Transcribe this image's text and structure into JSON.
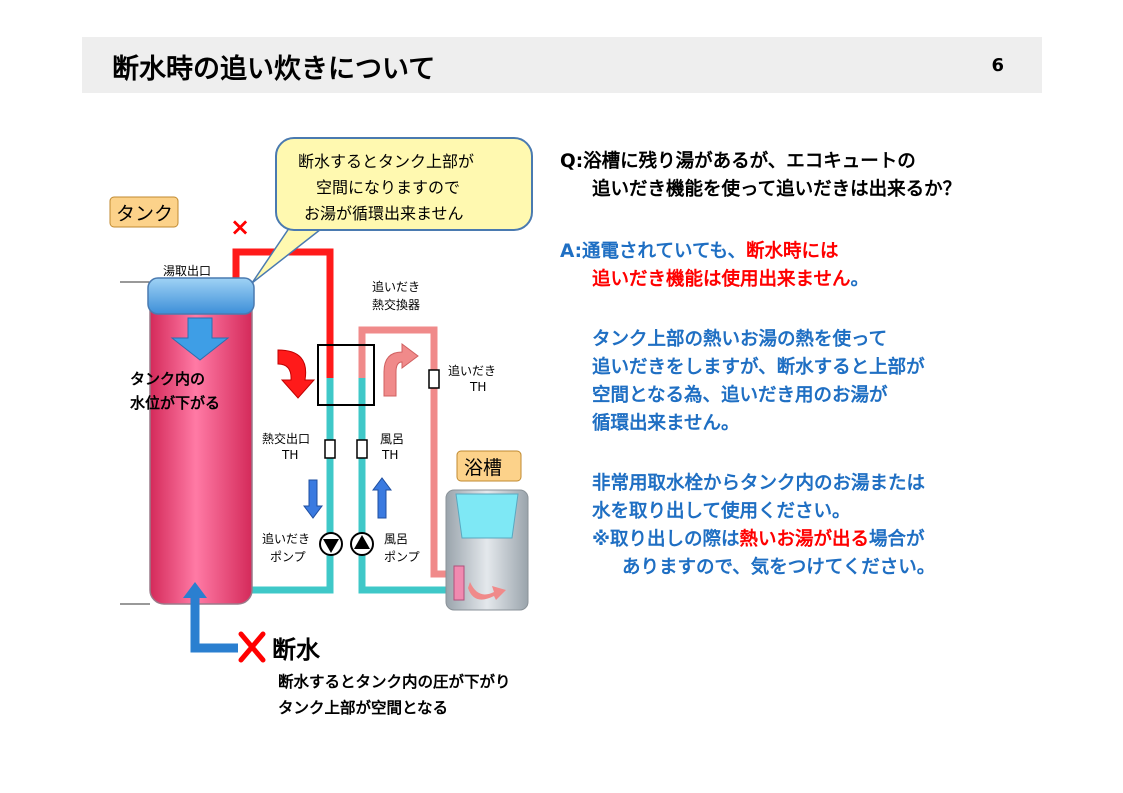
{
  "header": {
    "title": "断水時の追い炊きについて",
    "page_number": "6"
  },
  "diagram": {
    "tank_label": "タンク",
    "bath_label": "浴槽",
    "outlet_label": "湯取出口",
    "callout_lines": [
      "断水するとタンク上部が",
      "空間になりますので",
      "お湯が循環出来ません"
    ],
    "x_mark": "×",
    "level_lines": [
      "タンク内の",
      "水位が下がる"
    ],
    "heat_exchanger_lines": [
      "追いだき",
      "熱交換器"
    ],
    "reheat_th_lines": [
      "追いだき",
      "TH"
    ],
    "hx_outlet_th_lines": [
      "熱交出口",
      "TH"
    ],
    "bath_th_lines": [
      "風呂",
      "TH"
    ],
    "reheat_pump_lines": [
      "追いだき",
      "ポンプ"
    ],
    "bath_pump_lines": [
      "風呂",
      "ポンプ"
    ],
    "cut_label": "断水",
    "cut_note_lines": [
      "断水するとタンク内の圧が下がり",
      "タンク上部が空間となる"
    ]
  },
  "qa": {
    "q_line1": "Q:浴槽に残り湯があるが、エコキュートの",
    "q_line2": "追いだき機能を使って追いだきは出来るか？",
    "a_prefix": "A:通電されていても、",
    "a_red1": "断水時には",
    "a_red2": "追いだき機能は使用出来ません",
    "a_period": "。",
    "p1": [
      "タンク上部の熱いお湯の熱を使って",
      "追いだきをしますが、断水すると上部が",
      "空間となる為、追いだき用のお湯が",
      "循環出来ません。"
    ],
    "p2_line1": "非常用取水栓からタンク内のお湯または",
    "p2_line2": "水を取り出して使用ください。",
    "p3_a": "※取り出しの際は",
    "p3_red": "熱いお湯が出る",
    "p3_b": "場合が",
    "p3_line2": "ありますので、気をつけてください。"
  },
  "colors": {
    "hot": "#ff1a1a",
    "cyan": "#3fc8c8",
    "pink": "#f08a8a",
    "tank_top": "#5aaae8",
    "callout": "#fff9b0",
    "tank_body": "#ee3c6e"
  }
}
